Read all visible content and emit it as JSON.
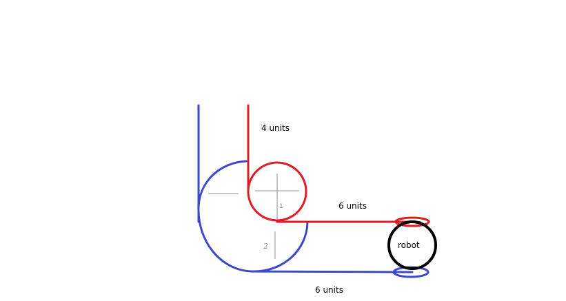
{
  "diagram": {
    "labels": {
      "top_red": "4 units",
      "middle_red": "6 units",
      "bottom_blue": "6 units",
      "robot": "robot",
      "small_radius": "1",
      "large_radius": "2"
    },
    "colors": {
      "red_path": "#e21b23",
      "blue_path": "#3f48cc",
      "robot_outline": "#000000",
      "construction_marks": "#909090"
    }
  }
}
